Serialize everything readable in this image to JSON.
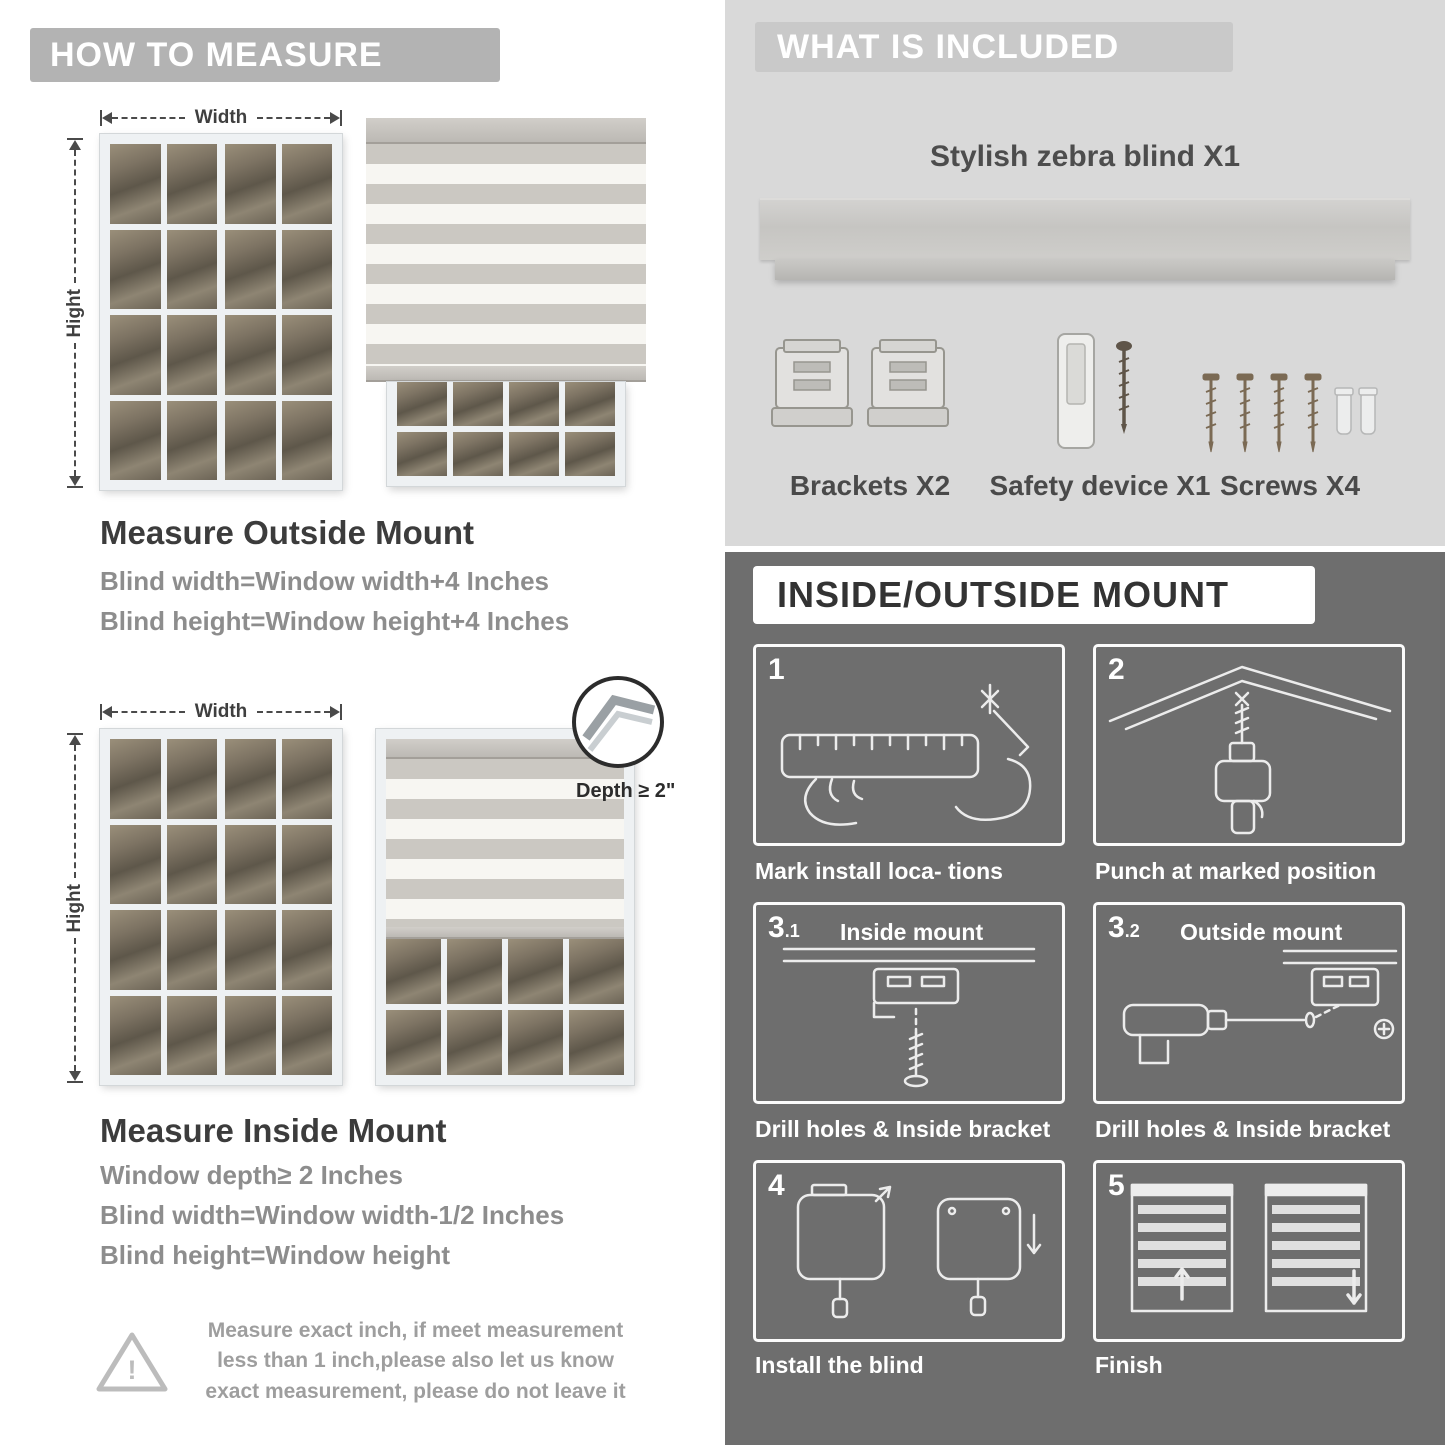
{
  "left": {
    "header": "HOW TO MEASURE",
    "warning_mark": "!",
    "warning_text": "Measure exact inch, if meet measurement less than 1 inch,please also let us know exact measurement, please do not leave it",
    "outside": {
      "width_label": "Width",
      "height_label": "Hight",
      "title": "Measure Outside Mount",
      "line1": "Blind width=Window width+4 Inches",
      "line2": "Blind height=Window height+4 Inches"
    },
    "inside": {
      "width_label": "Width",
      "height_label": "Hight",
      "depth_label": "Depth ≥ 2\"",
      "title": "Measure Inside Mount",
      "line1": "Window depth≥ 2 Inches",
      "line2": "Blind width=Window width-1/2 Inches",
      "line3": "Blind height=Window height"
    }
  },
  "included": {
    "header": "WHAT IS INCLUDED",
    "product": "Stylish zebra blind X1",
    "items": [
      {
        "label": "Brackets X2"
      },
      {
        "label": "Safety device X1"
      },
      {
        "label": "Screws X4"
      }
    ]
  },
  "mount": {
    "header": "INSIDE/OUTSIDE MOUNT",
    "steps": [
      {
        "num": "1",
        "sub": "",
        "title": "",
        "caption": "Mark install loca- tions"
      },
      {
        "num": "2",
        "sub": "",
        "title": "",
        "caption": "Punch at  marked position"
      },
      {
        "num": "3",
        "sub": ".1",
        "title": "Inside mount",
        "caption": "Drill holes &  Inside bracket"
      },
      {
        "num": "3",
        "sub": ".2",
        "title": "Outside mount",
        "caption": "Drill holes &  Inside bracket"
      },
      {
        "num": "4",
        "sub": "",
        "title": "",
        "caption": "Install the blind"
      },
      {
        "num": "5",
        "sub": "",
        "title": "",
        "caption": "Finish"
      }
    ]
  },
  "colors": {
    "left_header_bg": "#b3b3b3",
    "included_bg": "#d9d9d9",
    "included_header_bg": "#c9c9c9",
    "mount_bg": "#6e6e6e",
    "title_text": "#3c3c3c",
    "measure_text": "#8d8d8d"
  }
}
